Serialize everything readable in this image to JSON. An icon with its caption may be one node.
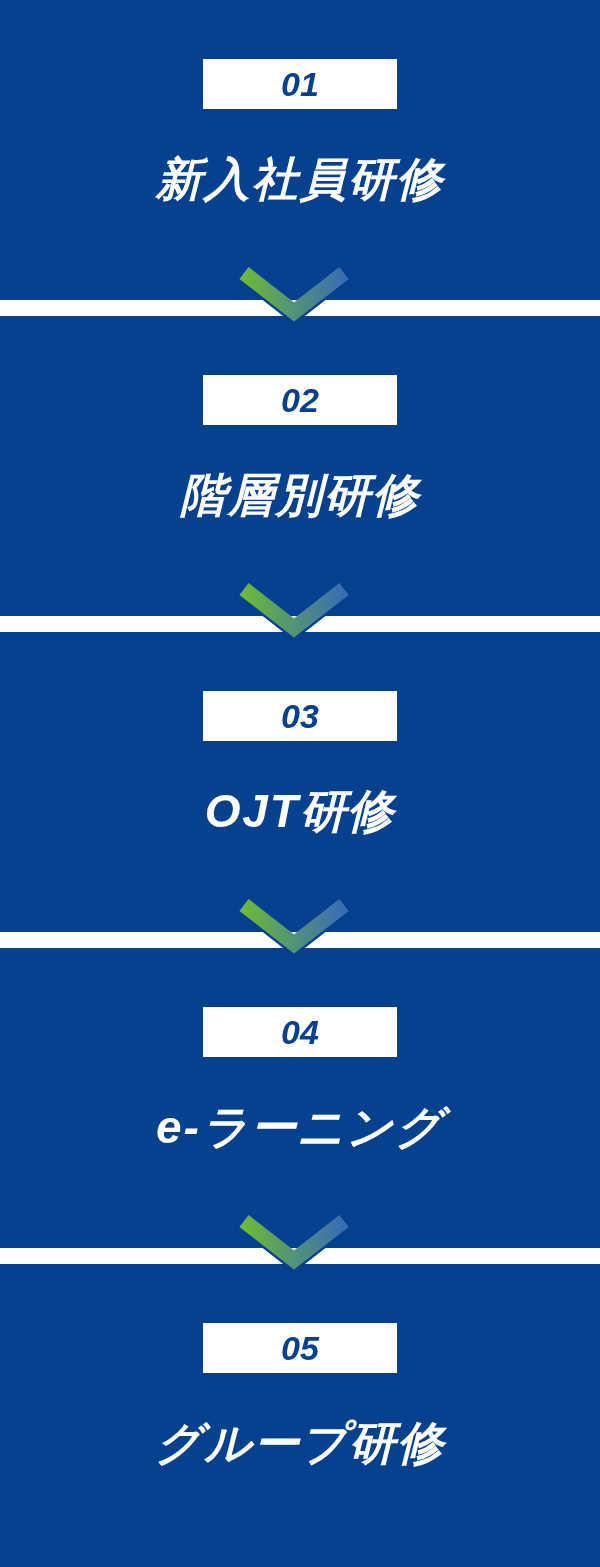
{
  "diagram": {
    "nodes": [
      {
        "text": [
          "新入社員研修"
        ]
      },
      {
        "text": [
          "01"
        ],
        "in": 0
      },
      {
        "text": [
          "階層別研修"
        ]
      },
      {
        "text": [
          "02"
        ],
        "in": 2
      },
      {
        "text": [
          "OJT研修"
        ]
      },
      {
        "text": [
          "03"
        ],
        "in": 4
      },
      {
        "text": [
          "e-ラーニング"
        ]
      },
      {
        "text": [
          "04"
        ],
        "in": 6
      },
      {
        "text": [
          "グループ研修"
        ]
      },
      {
        "text": [
          "05"
        ],
        "in": 8
      }
    ],
    "edges": [
      {
        "from": 0,
        "to": 2,
        "arrow": "to"
      },
      {
        "from": 2,
        "to": 4,
        "arrow": "to"
      },
      {
        "from": 4,
        "to": 6,
        "arrow": "to"
      },
      {
        "from": 6,
        "to": 8,
        "arrow": "to"
      }
    ]
  }
}
